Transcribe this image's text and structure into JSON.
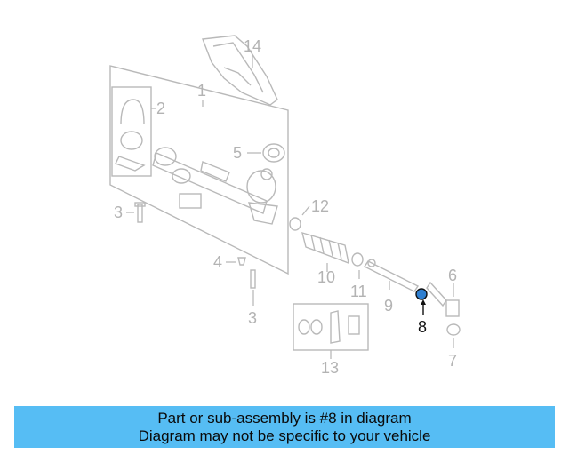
{
  "diagram": {
    "callouts": {
      "c1": "1",
      "c2": "2",
      "c3a": "3",
      "c3b": "3",
      "c4": "4",
      "c5": "5",
      "c6": "6",
      "c7": "7",
      "c8": "8",
      "c9": "9",
      "c10": "10",
      "c11": "11",
      "c12": "12",
      "c13": "13",
      "c14": "14"
    },
    "highlighted_part": "8",
    "colors": {
      "highlight_fill": "#2f7fd0",
      "line_gray": "#b9b9b9",
      "banner_bg": "#56bdf4"
    }
  },
  "banner": {
    "line1": "Part or sub-assembly is #8 in diagram",
    "line2": "Diagram may not be specific to your vehicle"
  }
}
